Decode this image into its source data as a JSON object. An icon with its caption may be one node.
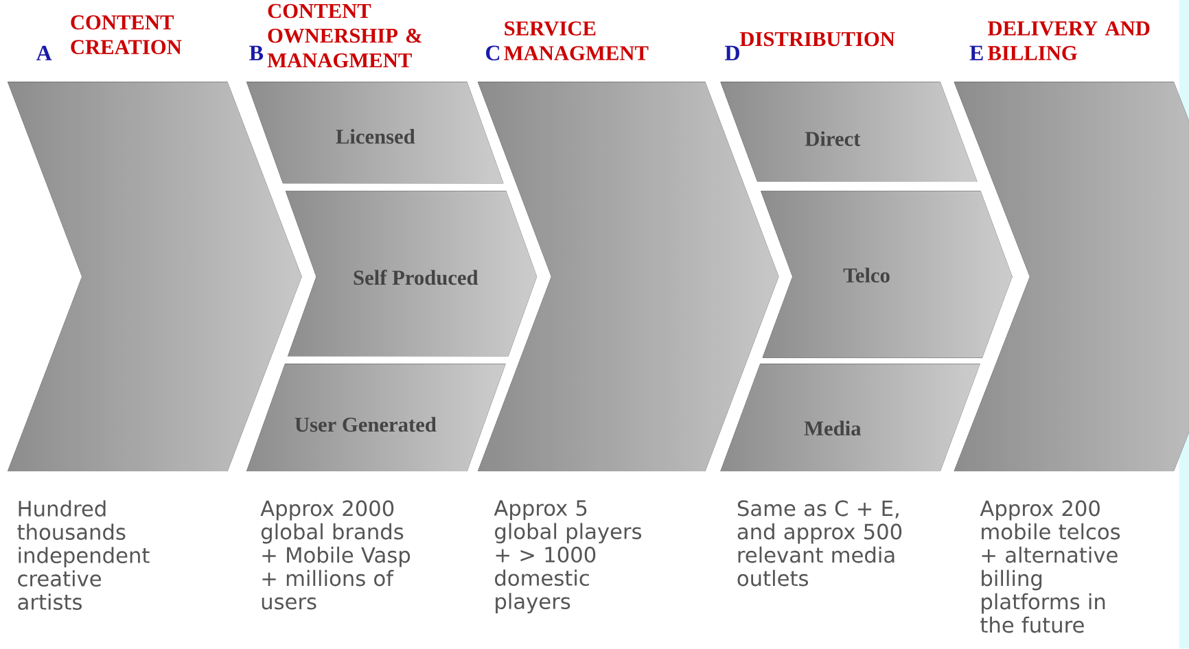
{
  "diagram": {
    "nodes": [
      {
        "text": [],
        "shape": "chevron"
      },
      {
        "text": [
          "Licensed"
        ]
      },
      {
        "text": [
          "Self Produced"
        ]
      },
      {
        "text": [
          "User Generated"
        ]
      },
      {
        "text": [],
        "shape": "chevron"
      },
      {
        "text": [
          "Direct"
        ]
      },
      {
        "text": [
          "Telco"
        ]
      },
      {
        "text": [
          "Media"
        ]
      },
      {
        "text": [],
        "shape": "chevron"
      }
    ],
    "labels": [
      "A",
      "CONTENT CREATION",
      "B",
      "CONTENT OWNERSHIP & MANAGMENT",
      "C",
      "SERVICE MANAGMENT",
      "D",
      "DISTRIBUTION",
      "E",
      "DELIVERY AND BILLING",
      "Hundred thousands independent creative artists",
      "Approx 2000 global brands + Mobile Vasp + millions of users",
      "Approx 5 global players + > 1000 domestic players",
      "Same as C + E, and approx 500 relevant media outlets",
      "Approx 200 mobile telcos + alternative billing platforms in the future"
    ]
  }
}
